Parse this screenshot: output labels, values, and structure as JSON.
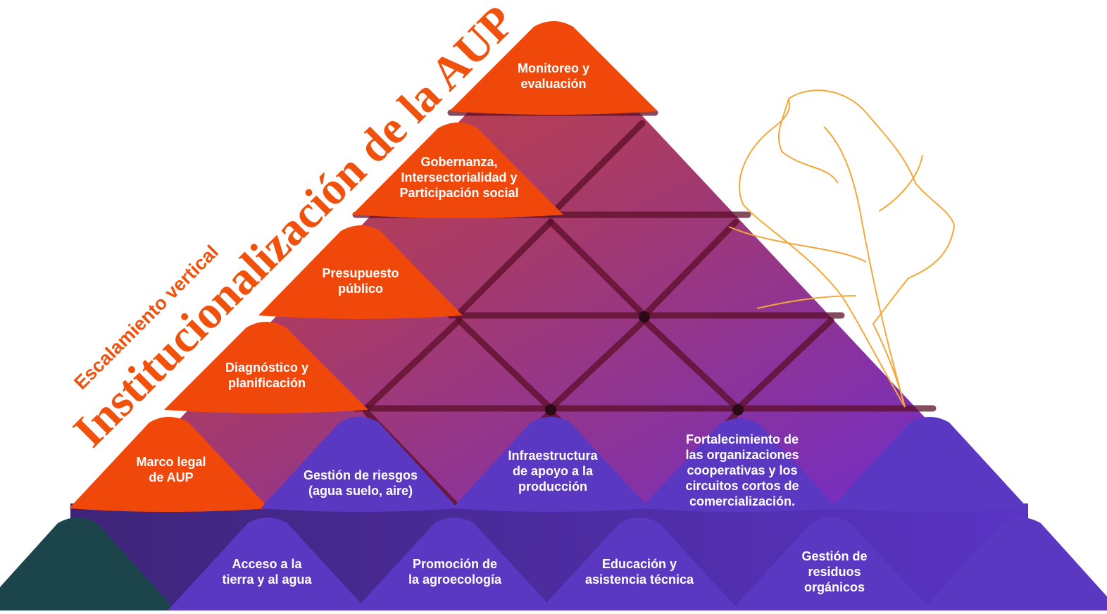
{
  "side_labels": {
    "subtitle": "Escalamiento vertical",
    "title": "Institucionalización de la AUP"
  },
  "colors": {
    "orange": "#f0470b",
    "purple": "#5b38c2",
    "dark_green": "#1b454b",
    "leaf_outline": "#f2a93b"
  },
  "blocks": [
    {
      "id": "monitoreo",
      "label": "Monitoreo y\nevaluación",
      "color": "orange"
    },
    {
      "id": "gobernanza",
      "label": "Gobernanza,\nIntersectorialidad y\nParticipación social",
      "color": "orange"
    },
    {
      "id": "presupuesto",
      "label": "Presupuesto\npúblico",
      "color": "orange"
    },
    {
      "id": "diagnostico",
      "label": "Diagnóstico y\nplanificación",
      "color": "orange"
    },
    {
      "id": "marco-legal",
      "label": "Marco legal\nde AUP",
      "color": "orange"
    },
    {
      "id": "riesgos",
      "label": "Gestión de riesgos\n(agua suelo, aire)",
      "color": "purple"
    },
    {
      "id": "infraestructura",
      "label": "Infraestructura\nde apoyo a la\nproducción",
      "color": "purple"
    },
    {
      "id": "fortalecimiento",
      "label": "Fortalecimiento de\nlas organizaciones\ncooperativas y los\ncircuitos cortos de\ncomercialización.",
      "color": "purple"
    },
    {
      "id": "acceso",
      "label": "Acceso a la\ntierra y al agua",
      "color": "purple"
    },
    {
      "id": "agroecologia",
      "label": "Promoción de\nla agroecología",
      "color": "purple"
    },
    {
      "id": "educacion",
      "label": "Educación y\nasistencia técnica",
      "color": "purple"
    },
    {
      "id": "residuos",
      "label": "Gestión de\nresiduos\norgánicos",
      "color": "purple"
    }
  ]
}
